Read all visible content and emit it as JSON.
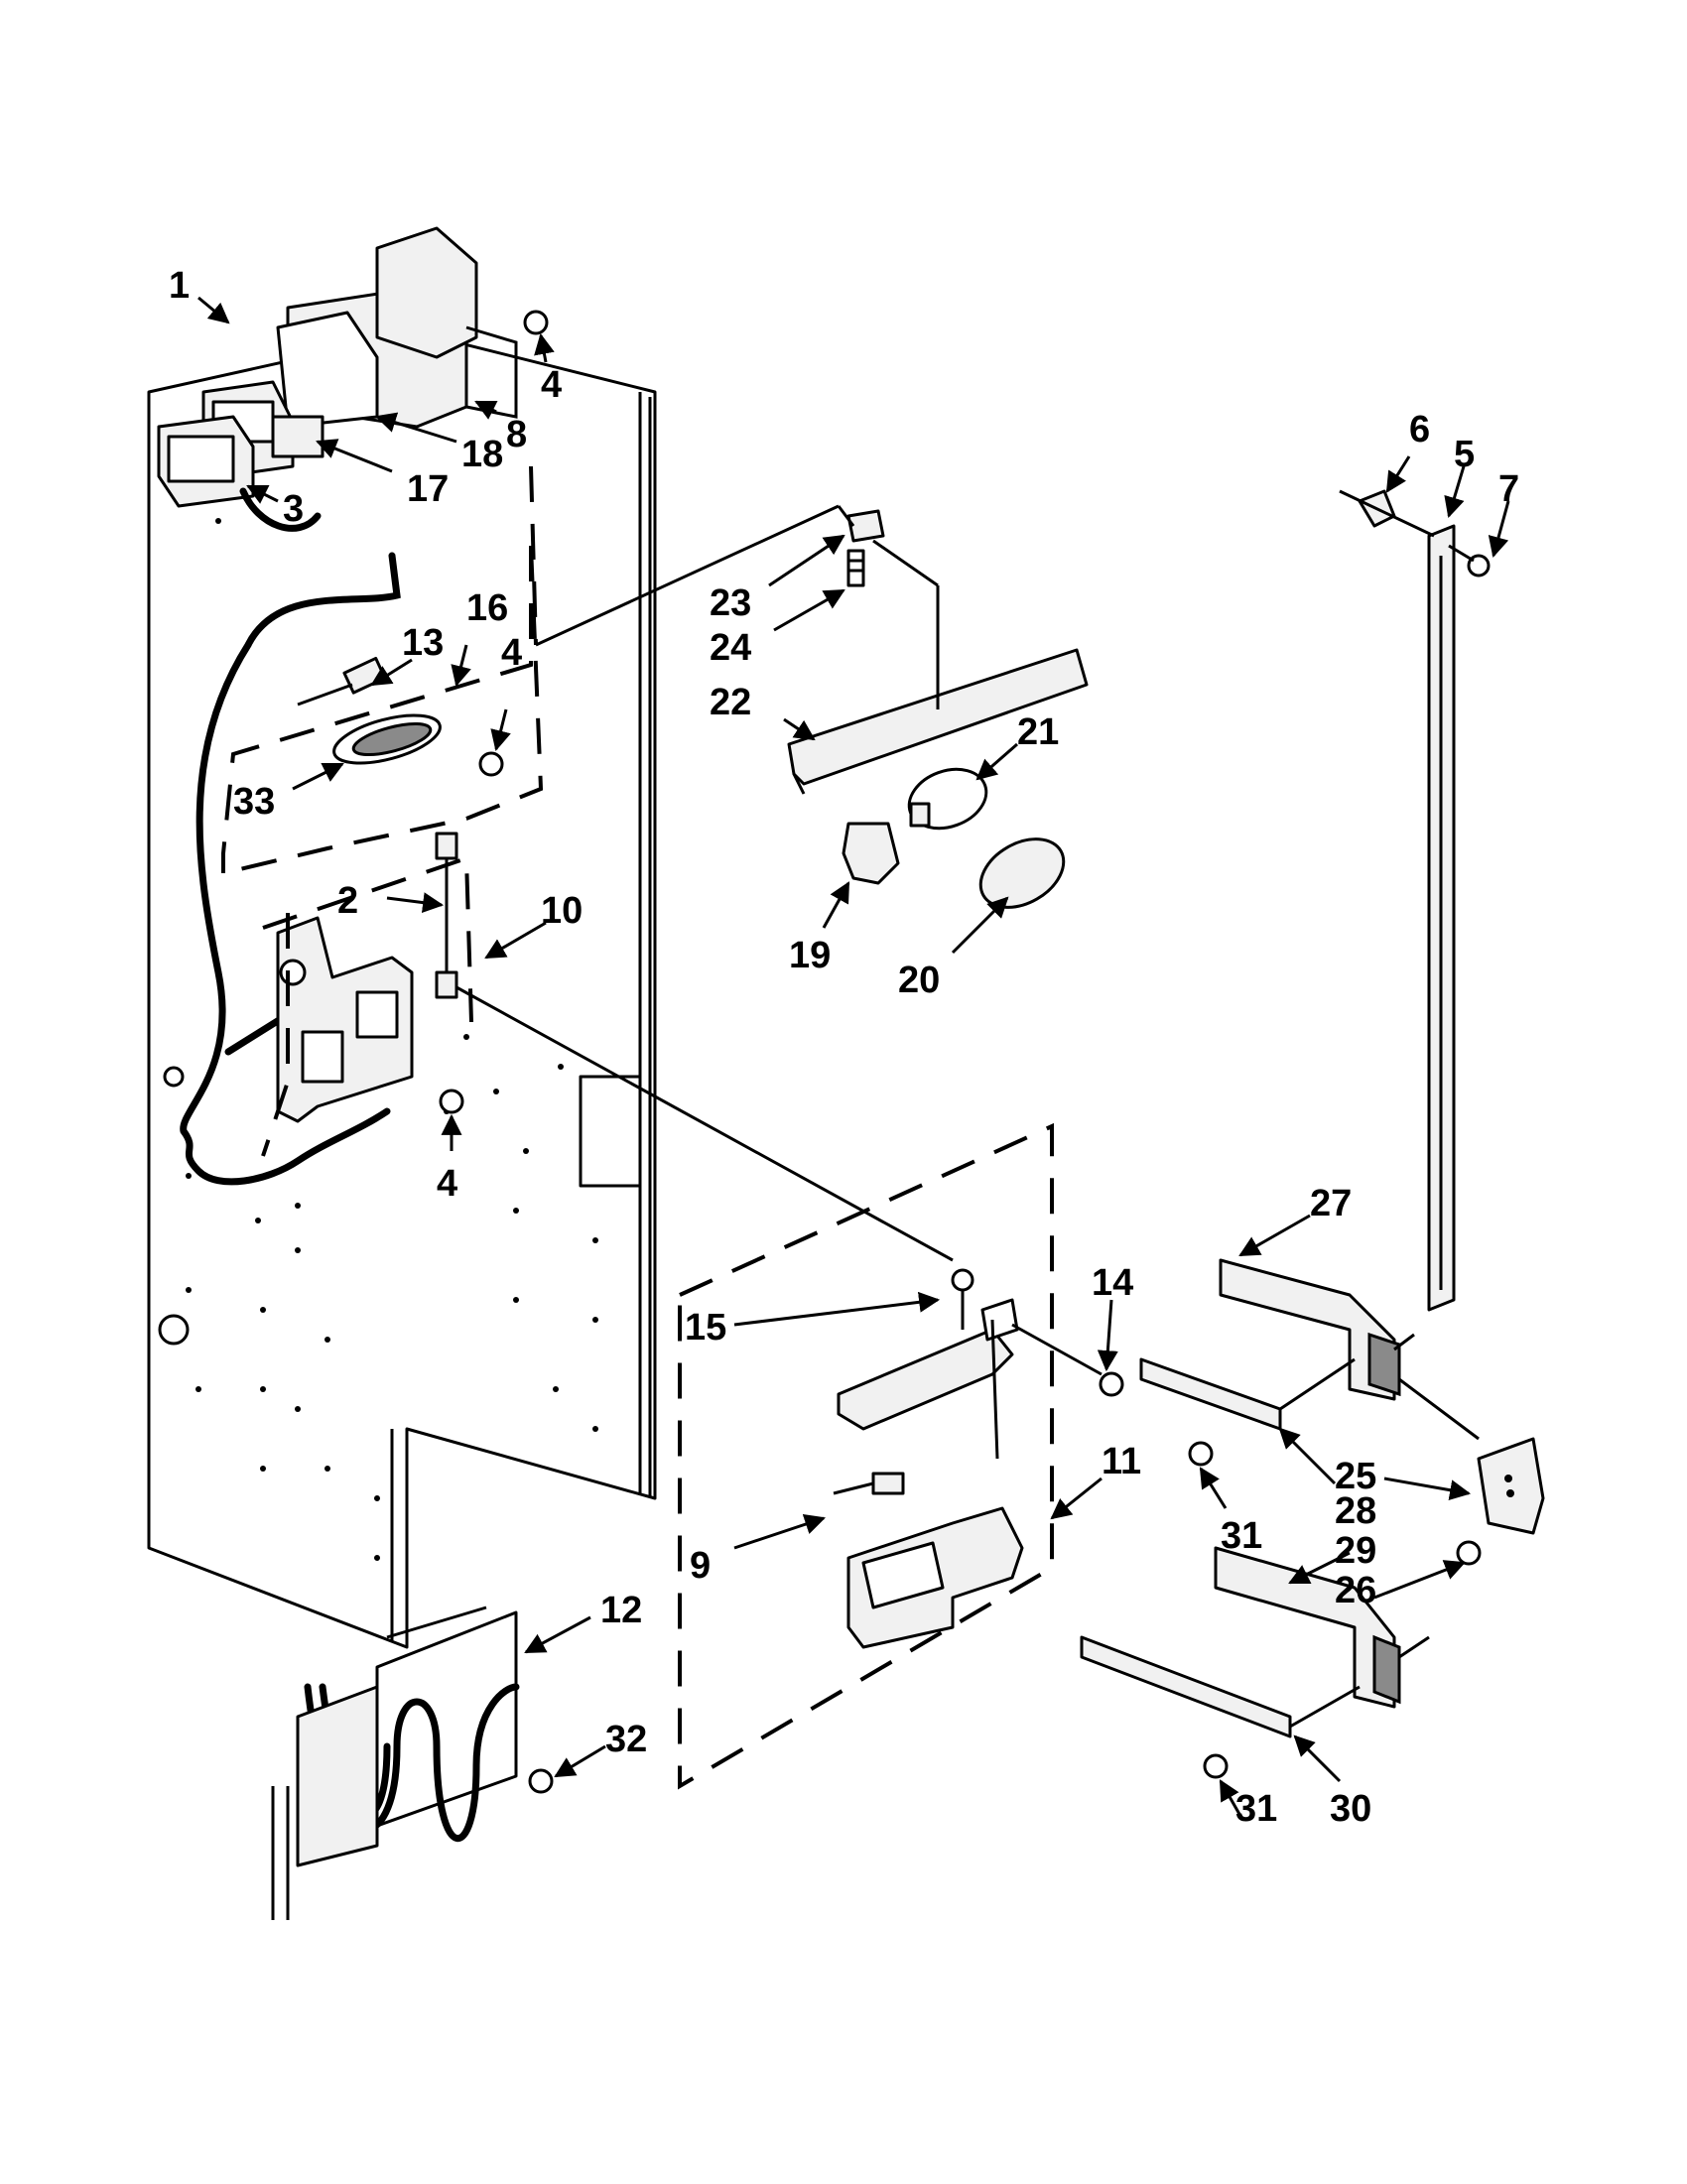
{
  "callouts": [
    {
      "id": "1",
      "label": "1"
    },
    {
      "id": "2",
      "label": "2"
    },
    {
      "id": "3",
      "label": "3"
    },
    {
      "id": "4a",
      "label": "4"
    },
    {
      "id": "4b",
      "label": "4"
    },
    {
      "id": "4c",
      "label": "4"
    },
    {
      "id": "5",
      "label": "5"
    },
    {
      "id": "6",
      "label": "6"
    },
    {
      "id": "7",
      "label": "7"
    },
    {
      "id": "8",
      "label": "8"
    },
    {
      "id": "9",
      "label": "9"
    },
    {
      "id": "10",
      "label": "10"
    },
    {
      "id": "11",
      "label": "11"
    },
    {
      "id": "12",
      "label": "12"
    },
    {
      "id": "13",
      "label": "13"
    },
    {
      "id": "14",
      "label": "14"
    },
    {
      "id": "15",
      "label": "15"
    },
    {
      "id": "16",
      "label": "16"
    },
    {
      "id": "17",
      "label": "17"
    },
    {
      "id": "18",
      "label": "18"
    },
    {
      "id": "19",
      "label": "19"
    },
    {
      "id": "20",
      "label": "20"
    },
    {
      "id": "21",
      "label": "21"
    },
    {
      "id": "22",
      "label": "22"
    },
    {
      "id": "23",
      "label": "23"
    },
    {
      "id": "24",
      "label": "24"
    },
    {
      "id": "25",
      "label": "25"
    },
    {
      "id": "26",
      "label": "26"
    },
    {
      "id": "27",
      "label": "27"
    },
    {
      "id": "28",
      "label": "28"
    },
    {
      "id": "29",
      "label": "29"
    },
    {
      "id": "30",
      "label": "30"
    },
    {
      "id": "31a",
      "label": "31"
    },
    {
      "id": "31b",
      "label": "31"
    },
    {
      "id": "32",
      "label": "32"
    },
    {
      "id": "33",
      "label": "33"
    }
  ]
}
